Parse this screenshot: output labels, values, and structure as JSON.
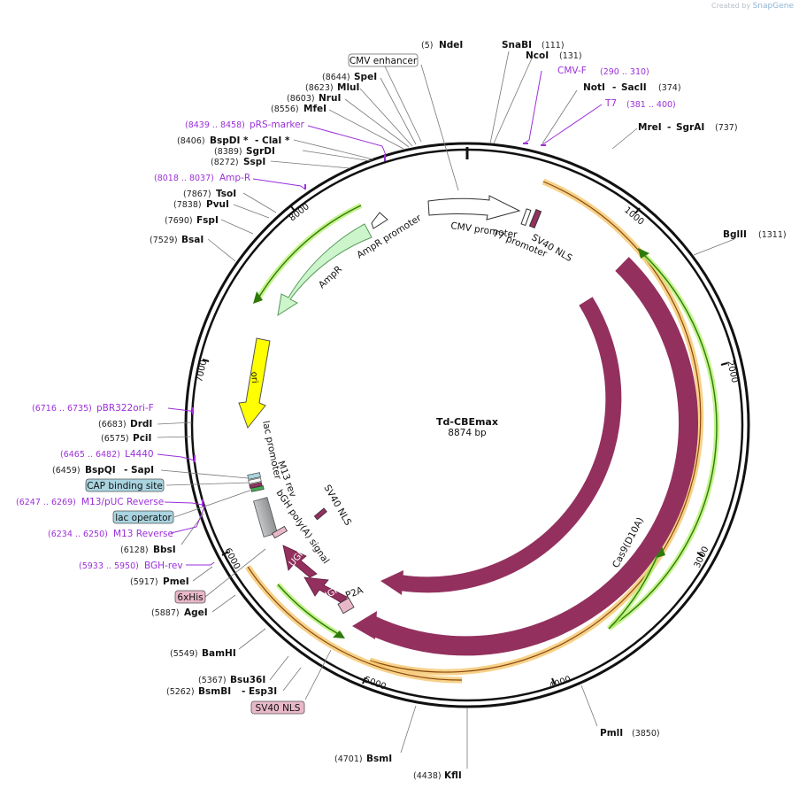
{
  "credit": {
    "prefix": "Created by",
    "brand": "SnapGene"
  },
  "plasmid": {
    "name": "Td-CBEmax",
    "size": "8874 bp"
  },
  "ticks": [
    "1000",
    "2000",
    "3000",
    "4000",
    "5000",
    "6000",
    "7000",
    "8000"
  ],
  "sites_right": [
    {
      "pos": "(5)",
      "name": "NdeI"
    },
    {
      "name": "SnaBI",
      "pos": "(111)"
    },
    {
      "name": "NcoI",
      "pos": "(131)"
    },
    {
      "name": "NotI",
      "name2": "SacII",
      "pos": "(374)"
    },
    {
      "name": "MreI",
      "name2": "SgrAI",
      "pos": "(737)"
    },
    {
      "name": "BglII",
      "pos": "(1311)"
    },
    {
      "name": "PmlI",
      "pos": "(3850)"
    },
    {
      "pos": "(4438)",
      "name": "KflI"
    },
    {
      "pos": "(4701)",
      "name": "BsmI"
    }
  ],
  "primers_right": [
    {
      "name": "CMV-F",
      "pos": "(290 .. 310)"
    },
    {
      "name": "T7",
      "pos": "(381 .. 400)"
    }
  ],
  "sites_left": [
    {
      "pos": "(8644)",
      "name": "SpeI"
    },
    {
      "pos": "(8623)",
      "name": "MluI"
    },
    {
      "pos": "(8603)",
      "name": "NruI"
    },
    {
      "pos": "(8556)",
      "name": "MfeI"
    },
    {
      "pos": "(8406)",
      "name": "BspDI *",
      "name2": "ClaI *"
    },
    {
      "pos": "(8389)",
      "name": "SgrDI"
    },
    {
      "pos": "(8272)",
      "name": "SspI"
    },
    {
      "pos": "(7867)",
      "name": "TsoI"
    },
    {
      "pos": "(7838)",
      "name": "PvuI"
    },
    {
      "pos": "(7690)",
      "name": "FspI"
    },
    {
      "pos": "(7529)",
      "name": "BsaI"
    },
    {
      "pos": "(6683)",
      "name": "DrdI"
    },
    {
      "pos": "(6575)",
      "name": "PciI"
    },
    {
      "pos": "(6459)",
      "name": "BspQI",
      "name2": "SapI"
    },
    {
      "pos": "(6128)",
      "name": "BbsI"
    },
    {
      "pos": "(5917)",
      "name": "PmeI"
    },
    {
      "pos": "(5887)",
      "name": "AgeI"
    },
    {
      "pos": "(5549)",
      "name": "BamHI"
    },
    {
      "pos": "(5367)",
      "name": "Bsu36I"
    },
    {
      "pos": "(5262)",
      "name": "BsmBI",
      "name2": "Esp3I"
    }
  ],
  "primers_left": [
    {
      "pos": "(8439 .. 8458)",
      "name": "pRS-marker"
    },
    {
      "pos": "(8018 .. 8037)",
      "name": "Amp-R"
    },
    {
      "pos": "(6716 .. 6735)",
      "name": "pBR322ori-F"
    },
    {
      "pos": "(6465 .. 6482)",
      "name": "L4440"
    },
    {
      "pos": "(6247 .. 6269)",
      "name": "M13/pUC Reverse"
    },
    {
      "pos": "(6234 .. 6250)",
      "name": "M13 Reverse"
    },
    {
      "pos": "(5933 .. 5950)",
      "name": "BGH-rev"
    }
  ],
  "boxed": {
    "cmv_enhancer": "CMV enhancer",
    "cap_site": "CAP binding site",
    "lac_operator": "lac operator",
    "his": "6xHis",
    "sv40_nls_box": "SV40 NLS"
  },
  "features": {
    "cmv_promoter": "CMV promoter",
    "t7_promoter": "T7 promoter",
    "sv40_nls_top": "SV40 NLS",
    "ampr_promoter": "AmpR promoter",
    "ampr": "AmpR",
    "ori": "ori",
    "lac_promoter": "lac promoter",
    "m13_rev": "M13 rev",
    "bgh": "bGH poly(A) signal",
    "sv40_nls_mid": "SV40 NLS",
    "cas9": "Cas9",
    "cas9_d10a": "Cas9(D10A)",
    "ugi1": "UGI",
    "ugi2": "UGI",
    "p2a": "P2A"
  },
  "colors": {
    "cas9": "#93305e",
    "ampr": "#ccf5cc",
    "ori": "#ffff00",
    "orf_orange": "#f5b041",
    "orf_green": "#44aa11",
    "primer": "#9b30d9",
    "box_blue": "#a9d4e0",
    "box_pink": "#e9b8c8",
    "bgh": "#a9abad"
  }
}
